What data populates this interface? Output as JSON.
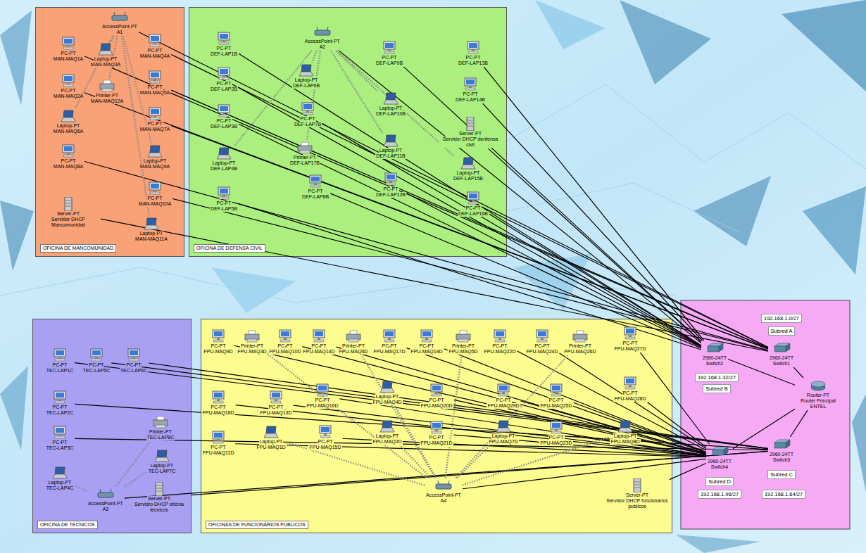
{
  "diagram": {
    "nodes": [
      {
        "text": [
          "OFICINA DE MANCOMUNIDAD"
        ]
      },
      {
        "text": [
          "AccessPoint-PT",
          "A1"
        ],
        "in": 0
      },
      {
        "text": [
          "PC-PT",
          "MAN-MAQ1A"
        ],
        "in": 0
      },
      {
        "text": [
          "Laptop-PT",
          "MAN-MAQ3A"
        ],
        "in": 0
      },
      {
        "text": [
          "PC-PT",
          "MAN-MAQ4A"
        ],
        "in": 0
      },
      {
        "text": [
          "PC-PT",
          "MAN-MAQ2A"
        ],
        "in": 0
      },
      {
        "text": [
          "Printer-PT",
          "MAN-MAQ12A"
        ],
        "in": 0
      },
      {
        "text": [
          "PC-PT",
          "MAN-MAQ5A"
        ],
        "in": 0
      },
      {
        "text": [
          "Laptop-PT",
          "MAN-MAQ6A"
        ],
        "in": 0
      },
      {
        "text": [
          "PC-PT",
          "MAN-MAQ7A"
        ],
        "in": 0
      },
      {
        "text": [
          "PC-PT",
          "MAN-MAQ8A"
        ],
        "in": 0
      },
      {
        "text": [
          "Laptop-PT",
          "MAN-MAQ9A"
        ],
        "in": 0
      },
      {
        "text": [
          "PC-PT",
          "MAN-MAQ10A"
        ],
        "in": 0
      },
      {
        "text": [
          "Server-PT",
          "Servidor DHCP Mancomunidad"
        ],
        "in": 0
      },
      {
        "text": [
          "Laptop-PT",
          "MAN-MAQ11A"
        ],
        "in": 0
      },
      {
        "text": [
          "OFICINA DE DEFENSA CIVIL"
        ]
      },
      {
        "text": [
          "AccessPoint-PT",
          "A2"
        ],
        "in": 15
      },
      {
        "text": [
          "PC-PT",
          "DEF-LAP1B"
        ],
        "in": 15
      },
      {
        "text": [
          "PC-PT",
          "DEF-LAP2B"
        ],
        "in": 15
      },
      {
        "text": [
          "Laptop-PT",
          "DEF-LAP6B"
        ],
        "in": 15
      },
      {
        "text": [
          "PC-PT",
          "DEF-LAP3B"
        ],
        "in": 15
      },
      {
        "text": [
          "PC-PT",
          "DEF-LAP7B"
        ],
        "in": 15
      },
      {
        "text": [
          "Printer-PT",
          "DEF-LAP17B"
        ],
        "in": 15
      },
      {
        "text": [
          "Laptop-PT",
          "DEF-LAP4B"
        ],
        "in": 15
      },
      {
        "text": [
          "PC-PT",
          "DEF-LAP8B"
        ],
        "in": 15
      },
      {
        "text": [
          "PC-PT",
          "DEF-LAP5B"
        ],
        "in": 15
      },
      {
        "text": [
          "PC-PT",
          "DEF-LAP9B"
        ],
        "in": 15
      },
      {
        "text": [
          "Laptop-PT",
          "DEF-LAP10B"
        ],
        "in": 15
      },
      {
        "text": [
          "Laptop-PT",
          "DEF-LAP11B"
        ],
        "in": 15
      },
      {
        "text": [
          "PC-PT",
          "DEF-LAP12B"
        ],
        "in": 15
      },
      {
        "text": [
          "PC-PT",
          "DEF-LAP13B"
        ],
        "in": 15
      },
      {
        "text": [
          "PC-PT",
          "DEF-LAP14B"
        ],
        "in": 15
      },
      {
        "text": [
          "Server-PT",
          "Servidor DHCP denfensa civil"
        ],
        "in": 15
      },
      {
        "text": [
          "Laptop-PT",
          "DEF-LAP15B"
        ],
        "in": 15
      },
      {
        "text": [
          "PC-PT",
          "DEF-LAP16B"
        ],
        "in": 15
      },
      {
        "text": [
          "OFICINA DE TECNICOS"
        ]
      },
      {
        "text": [
          "PC-PT",
          "TEC-LAP1C"
        ],
        "in": 35
      },
      {
        "text": [
          "PC-PT",
          "TEC-LAP5C"
        ],
        "in": 35
      },
      {
        "text": [
          "PC-PT",
          "TEC-LAP6C"
        ],
        "in": 35
      },
      {
        "text": [
          "PC-PT",
          "TEC-LAP2C"
        ],
        "in": 35
      },
      {
        "text": [
          "PC-PT",
          "TEC-LAP3C"
        ],
        "in": 35
      },
      {
        "text": [
          "Printer-PT",
          "TEC-LAP8C"
        ],
        "in": 35
      },
      {
        "text": [
          "Laptop-PT",
          "TEC-LAP7C"
        ],
        "in": 35
      },
      {
        "text": [
          "Laptop-PT",
          "TEC-LAP4C"
        ],
        "in": 35
      },
      {
        "text": [
          "AccessPoint-PT",
          "A3"
        ],
        "in": 35
      },
      {
        "text": [
          "Server-PT",
          "Servidro DHCP oficina tecnicos"
        ],
        "in": 35
      },
      {
        "text": [
          "OFICINAS DE FUNCIONARIOS PUBLICOS"
        ]
      },
      {
        "text": [
          "PC-PT",
          "FPU-MAQ9D"
        ],
        "in": 46
      },
      {
        "text": [
          "Printer-PT",
          "FPU-MAQ3D"
        ],
        "in": 46
      },
      {
        "text": [
          "PC-PT",
          "FPU-MAQ10D"
        ],
        "in": 46
      },
      {
        "text": [
          "PC-PT",
          "FPU-MAQ14D"
        ],
        "in": 46
      },
      {
        "text": [
          "Printer-PT",
          "FPU-MAQ6D"
        ],
        "in": 46
      },
      {
        "text": [
          "PC-PT",
          "FPU-MAQ17D"
        ],
        "in": 46
      },
      {
        "text": [
          "PC-PT",
          "FPU-MAQ19D"
        ],
        "in": 46
      },
      {
        "text": [
          "Printer-PT",
          "FPU-MAQ5D"
        ],
        "in": 46
      },
      {
        "text": [
          "PC-PT",
          "FPU-MAQ22D"
        ],
        "in": 46
      },
      {
        "text": [
          "PC-PT",
          "FPU-MAQ24D"
        ],
        "in": 46
      },
      {
        "text": [
          "Printer-PT",
          "FPU-MAQ26D"
        ],
        "in": 46
      },
      {
        "text": [
          "PC-PT",
          "FPU-MAQ27D"
        ],
        "in": 46
      },
      {
        "text": [
          "PC-PT",
          "FPU-MAQ18D"
        ],
        "in": 46
      },
      {
        "text": [
          "PC-PT",
          "FPU-MAQ13D"
        ],
        "in": 46
      },
      {
        "text": [
          "PC-PT",
          "FPU-MAQ16D"
        ],
        "in": 46
      },
      {
        "text": [
          "Laptop-PT",
          "FPU-MAQ4D"
        ],
        "in": 46
      },
      {
        "text": [
          "PC-PT",
          "FPU-MAQ20D"
        ],
        "in": 46
      },
      {
        "text": [
          "PC-PT",
          "FPU-MAQ29D"
        ],
        "in": 46
      },
      {
        "text": [
          "PC-PT",
          "FPU-MAQ25D"
        ],
        "in": 46
      },
      {
        "text": [
          "PC-PT",
          "FPU-MAQ28D"
        ],
        "in": 46
      },
      {
        "text": [
          "PC-PT",
          "FPU-MAQ11D"
        ],
        "in": 46
      },
      {
        "text": [
          "Laptop-PT",
          "FPU-MAQ1D"
        ],
        "in": 46
      },
      {
        "text": [
          "PC-PT",
          "FPU-MAQ15D"
        ],
        "in": 46
      },
      {
        "text": [
          "Laptop-PT",
          "FPU-MAQ2D"
        ],
        "in": 46
      },
      {
        "text": [
          "PC-PT",
          "FPU-MAQ21D"
        ],
        "in": 46
      },
      {
        "text": [
          "Laptop-PT",
          "FPU-MAQ7D"
        ],
        "in": 46
      },
      {
        "text": [
          "PC-PT",
          "FPU-MAQ23D"
        ],
        "in": 46
      },
      {
        "text": [
          "Laptop-PT",
          "FPU-MAQ8D"
        ],
        "in": 46
      },
      {
        "text": [
          "AccessPoint-PT",
          "A4"
        ],
        "in": 46
      },
      {
        "text": [
          "Server-PT",
          "Servidor DHCP funcionarios publicos"
        ],
        "in": 46
      },
      {
        "text": [
          "2960-24TT",
          "Switch2"
        ]
      },
      {
        "text": [
          "2960-24TT",
          "Switch1"
        ]
      },
      {
        "text": [
          "Router-PT",
          "Router Principal ENTEL"
        ]
      },
      {
        "text": [
          "2960-24TT",
          "Switch3"
        ]
      },
      {
        "text": [
          "2960-24TT",
          "Switch4"
        ]
      }
    ],
    "edges": [
      {
        "from": 1,
        "to": 78,
        "arrow": "none"
      },
      {
        "from": 2,
        "to": 78,
        "arrow": "none"
      },
      {
        "from": 4,
        "to": 78,
        "arrow": "none"
      },
      {
        "from": 5,
        "to": 78,
        "arrow": "none"
      },
      {
        "from": 7,
        "to": 78,
        "arrow": "none"
      },
      {
        "from": 9,
        "to": 78,
        "arrow": "none"
      },
      {
        "from": 10,
        "to": 78,
        "arrow": "none"
      },
      {
        "from": 12,
        "to": 78,
        "arrow": "none"
      },
      {
        "from": 13,
        "to": 78,
        "arrow": "none"
      },
      {
        "from": 1,
        "to": 3,
        "arrow": "none"
      },
      {
        "from": 1,
        "to": 6,
        "arrow": "none"
      },
      {
        "from": 1,
        "to": 8,
        "arrow": "none"
      },
      {
        "from": 1,
        "to": 11,
        "arrow": "none"
      },
      {
        "from": 1,
        "to": 14,
        "arrow": "none"
      },
      {
        "from": 16,
        "to": 77,
        "arrow": "none"
      },
      {
        "from": 17,
        "to": 77,
        "arrow": "none"
      },
      {
        "from": 18,
        "to": 77,
        "arrow": "none"
      },
      {
        "from": 20,
        "to": 77,
        "arrow": "none"
      },
      {
        "from": 21,
        "to": 77,
        "arrow": "none"
      },
      {
        "from": 24,
        "to": 77,
        "arrow": "none"
      },
      {
        "from": 25,
        "to": 77,
        "arrow": "none"
      },
      {
        "from": 26,
        "to": 77,
        "arrow": "none"
      },
      {
        "from": 29,
        "to": 77,
        "arrow": "none"
      },
      {
        "from": 30,
        "to": 77,
        "arrow": "none"
      },
      {
        "from": 31,
        "to": 77,
        "arrow": "none"
      },
      {
        "from": 32,
        "to": 77,
        "arrow": "none"
      },
      {
        "from": 34,
        "to": 77,
        "arrow": "none"
      },
      {
        "from": 16,
        "to": 19,
        "arrow": "none"
      },
      {
        "from": 16,
        "to": 22,
        "arrow": "none"
      },
      {
        "from": 16,
        "to": 23,
        "arrow": "none"
      },
      {
        "from": 16,
        "to": 27,
        "arrow": "none"
      },
      {
        "from": 16,
        "to": 28,
        "arrow": "none"
      },
      {
        "from": 16,
        "to": 33,
        "arrow": "none"
      },
      {
        "from": 44,
        "to": 80,
        "arrow": "none"
      },
      {
        "from": 36,
        "to": 80,
        "arrow": "none"
      },
      {
        "from": 37,
        "to": 80,
        "arrow": "none"
      },
      {
        "from": 38,
        "to": 80,
        "arrow": "none"
      },
      {
        "from": 39,
        "to": 80,
        "arrow": "none"
      },
      {
        "from": 40,
        "to": 80,
        "arrow": "none"
      },
      {
        "from": 45,
        "to": 80,
        "arrow": "none"
      },
      {
        "from": 44,
        "to": 41,
        "arrow": "none"
      },
      {
        "from": 44,
        "to": 42,
        "arrow": "none"
      },
      {
        "from": 44,
        "to": 43,
        "arrow": "none"
      },
      {
        "from": 75,
        "to": 81,
        "arrow": "none"
      },
      {
        "from": 47,
        "to": 81,
        "arrow": "none"
      },
      {
        "from": 49,
        "to": 81,
        "arrow": "none"
      },
      {
        "from": 50,
        "to": 81,
        "arrow": "none"
      },
      {
        "from": 52,
        "to": 81,
        "arrow": "none"
      },
      {
        "from": 53,
        "to": 81,
        "arrow": "none"
      },
      {
        "from": 55,
        "to": 81,
        "arrow": "none"
      },
      {
        "from": 56,
        "to": 81,
        "arrow": "none"
      },
      {
        "from": 58,
        "to": 81,
        "arrow": "none"
      },
      {
        "from": 59,
        "to": 81,
        "arrow": "none"
      },
      {
        "from": 60,
        "to": 81,
        "arrow": "none"
      },
      {
        "from": 61,
        "to": 81,
        "arrow": "none"
      },
      {
        "from": 63,
        "to": 81,
        "arrow": "none"
      },
      {
        "from": 64,
        "to": 81,
        "arrow": "none"
      },
      {
        "from": 65,
        "to": 81,
        "arrow": "none"
      },
      {
        "from": 66,
        "to": 81,
        "arrow": "none"
      },
      {
        "from": 67,
        "to": 81,
        "arrow": "none"
      },
      {
        "from": 69,
        "to": 81,
        "arrow": "none"
      },
      {
        "from": 71,
        "to": 81,
        "arrow": "none"
      },
      {
        "from": 73,
        "to": 81,
        "arrow": "none"
      },
      {
        "from": 76,
        "to": 81,
        "arrow": "none"
      },
      {
        "from": 75,
        "to": 48,
        "arrow": "none"
      },
      {
        "from": 75,
        "to": 51,
        "arrow": "none"
      },
      {
        "from": 75,
        "to": 54,
        "arrow": "none"
      },
      {
        "from": 75,
        "to": 57,
        "arrow": "none"
      },
      {
        "from": 75,
        "to": 62,
        "arrow": "none"
      },
      {
        "from": 75,
        "to": 68,
        "arrow": "none"
      },
      {
        "from": 75,
        "to": 70,
        "arrow": "none"
      },
      {
        "from": 75,
        "to": 72,
        "arrow": "none"
      },
      {
        "from": 75,
        "to": 74,
        "arrow": "none"
      },
      {
        "from": 77,
        "to": 79,
        "arrow": "none"
      },
      {
        "from": 78,
        "to": 79,
        "arrow": "none"
      },
      {
        "from": 80,
        "to": 79,
        "arrow": "none"
      },
      {
        "from": 81,
        "to": 79,
        "arrow": "none"
      }
    ],
    "labels": [
      "192.168.1.0/27",
      "Subred A",
      "192.168.1.32/27",
      "Subred B",
      "Subred C",
      "192.168.1.64/27",
      "Subred D",
      "192.168.1.96/27"
    ]
  }
}
